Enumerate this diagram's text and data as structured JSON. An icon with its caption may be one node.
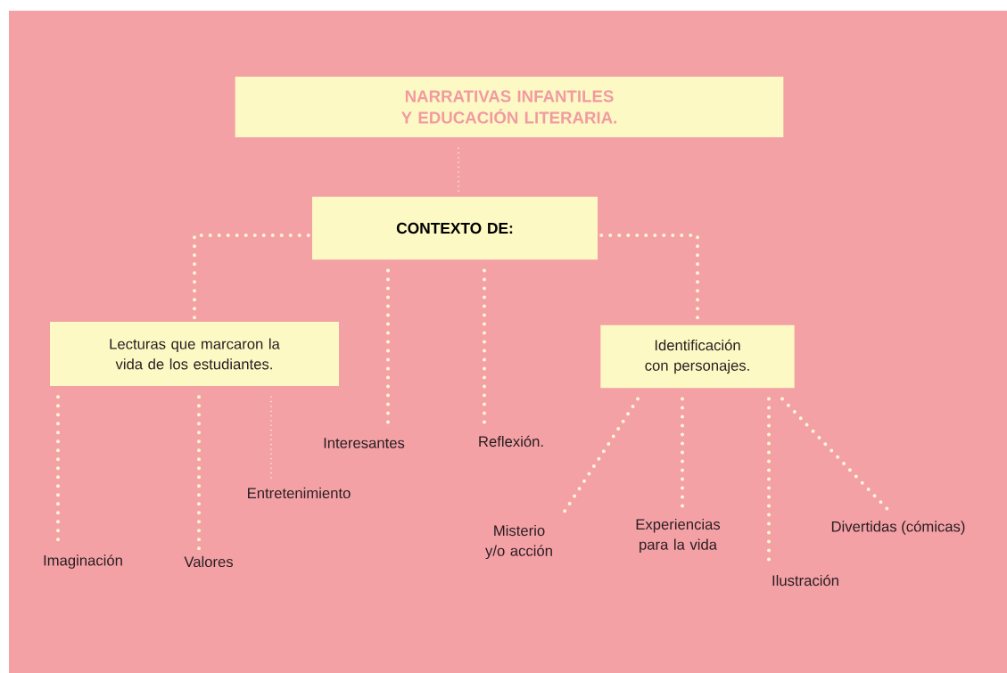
{
  "diagram": {
    "nodes": [
      {
        "text": [
          "NARRATIVAS INFANTILES Y EDUCACIÓN LITERARIA."
        ]
      },
      {
        "text": [
          "CONTEXTO DE:"
        ]
      },
      {
        "text": [
          "Lecturas que marcaron la vida de los estudiantes."
        ]
      },
      {
        "text": [
          "Identificación con personajes."
        ]
      },
      {
        "text": [
          "Interesantes"
        ]
      },
      {
        "text": [
          "Reflexión."
        ]
      },
      {
        "text": [
          "Imaginación"
        ]
      },
      {
        "text": [
          "Valores"
        ]
      },
      {
        "text": [
          "Entretenimiento"
        ]
      },
      {
        "text": [
          "Misterio y/o acción"
        ]
      },
      {
        "text": [
          "Experiencias para la vida"
        ]
      },
      {
        "text": [
          "Ilustración"
        ]
      },
      {
        "text": [
          "Divertidas (cómicas)"
        ]
      }
    ],
    "edges": [
      {
        "from": 0,
        "to": 1,
        "arrow": "none"
      },
      {
        "from": 1,
        "to": 2,
        "arrow": "none"
      },
      {
        "from": 1,
        "to": 3,
        "arrow": "none"
      },
      {
        "from": 1,
        "to": 4,
        "arrow": "none"
      },
      {
        "from": 1,
        "to": 5,
        "arrow": "none"
      },
      {
        "from": 2,
        "to": 6,
        "arrow": "none"
      },
      {
        "from": 2,
        "to": 7,
        "arrow": "none"
      },
      {
        "from": 2,
        "to": 8,
        "arrow": "none"
      },
      {
        "from": 3,
        "to": 9,
        "arrow": "none"
      },
      {
        "from": 3,
        "to": 10,
        "arrow": "none"
      },
      {
        "from": 3,
        "to": 11,
        "arrow": "none"
      },
      {
        "from": 3,
        "to": 12,
        "arrow": "none"
      }
    ]
  }
}
